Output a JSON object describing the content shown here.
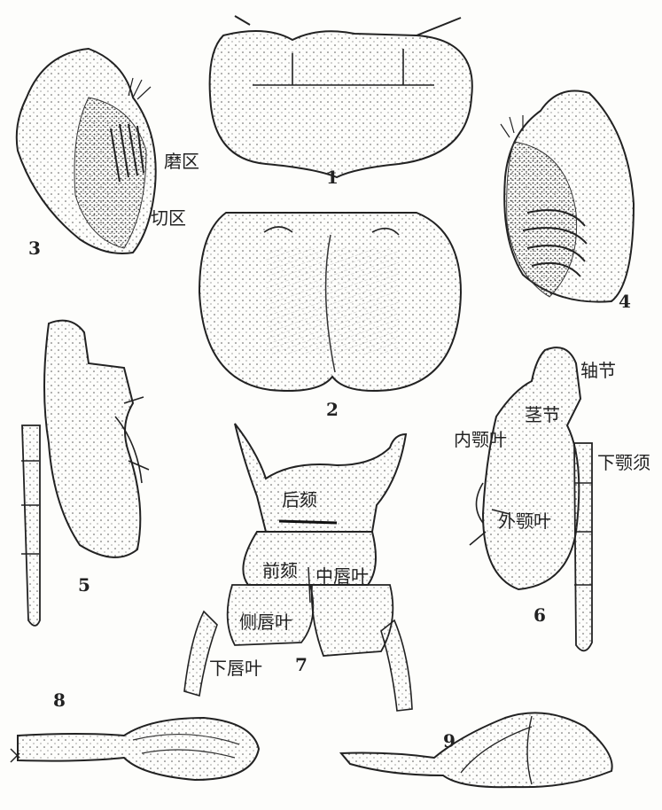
{
  "figure": {
    "numbers": {
      "n1": "1",
      "n2": "2",
      "n3": "3",
      "n4": "4",
      "n5": "5",
      "n6": "6",
      "n7": "7",
      "n8": "8",
      "n9": "9"
    },
    "labels": {
      "grinding_area": "磨区",
      "cutting_area": "切区",
      "cardo": "轴节",
      "stipes": "茎节",
      "lacinia": "内颚叶",
      "maxillary_palp": "下颚须",
      "galea": "外颚叶",
      "postmentum": "后颏",
      "prementum": "前颏",
      "glossa": "中唇叶",
      "paraglossa": "侧唇叶",
      "labial_palp": "下唇叶"
    }
  },
  "colors": {
    "ink": "#2a2a2a",
    "paper": "#fdfdfb",
    "shade": "#8c8c8c"
  }
}
